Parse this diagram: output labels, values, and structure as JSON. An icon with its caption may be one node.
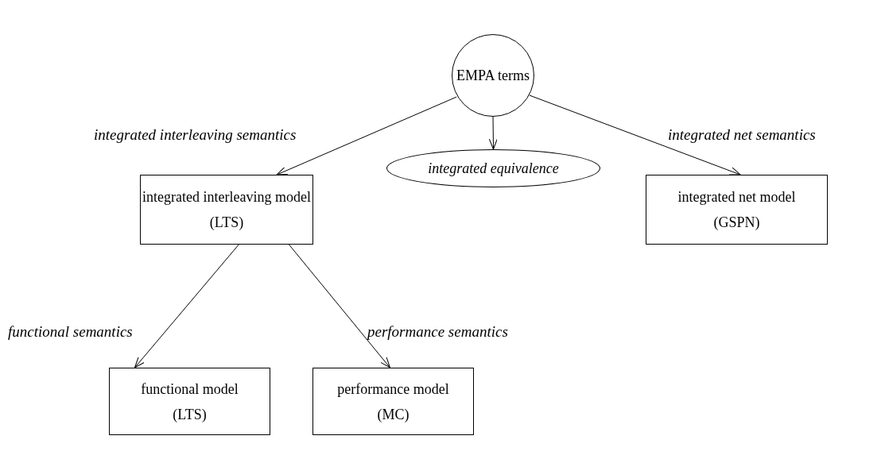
{
  "diagram": {
    "nodes": [
      {
        "text": [
          "EMPA terms"
        ]
      },
      {
        "text": [
          "integrated equivalence"
        ]
      },
      {
        "text": [
          "integrated interleaving model",
          "(LTS)"
        ]
      },
      {
        "text": [
          "integrated net model",
          "(GSPN)"
        ]
      },
      {
        "text": [
          "functional model",
          "(LTS)"
        ]
      },
      {
        "text": [
          "performance model",
          "(MC)"
        ]
      }
    ],
    "edges": [
      {
        "from": 0,
        "to": 2,
        "arrow": "to",
        "label": "integrated interleaving semantics"
      },
      {
        "from": 0,
        "to": 1,
        "arrow": "to"
      },
      {
        "from": 0,
        "to": 3,
        "arrow": "to",
        "label": "integrated net semantics"
      },
      {
        "from": 2,
        "to": 4,
        "arrow": "to",
        "label": "functional semantics"
      },
      {
        "from": 2,
        "to": 5,
        "arrow": "to",
        "label": "performance semantics"
      }
    ]
  }
}
